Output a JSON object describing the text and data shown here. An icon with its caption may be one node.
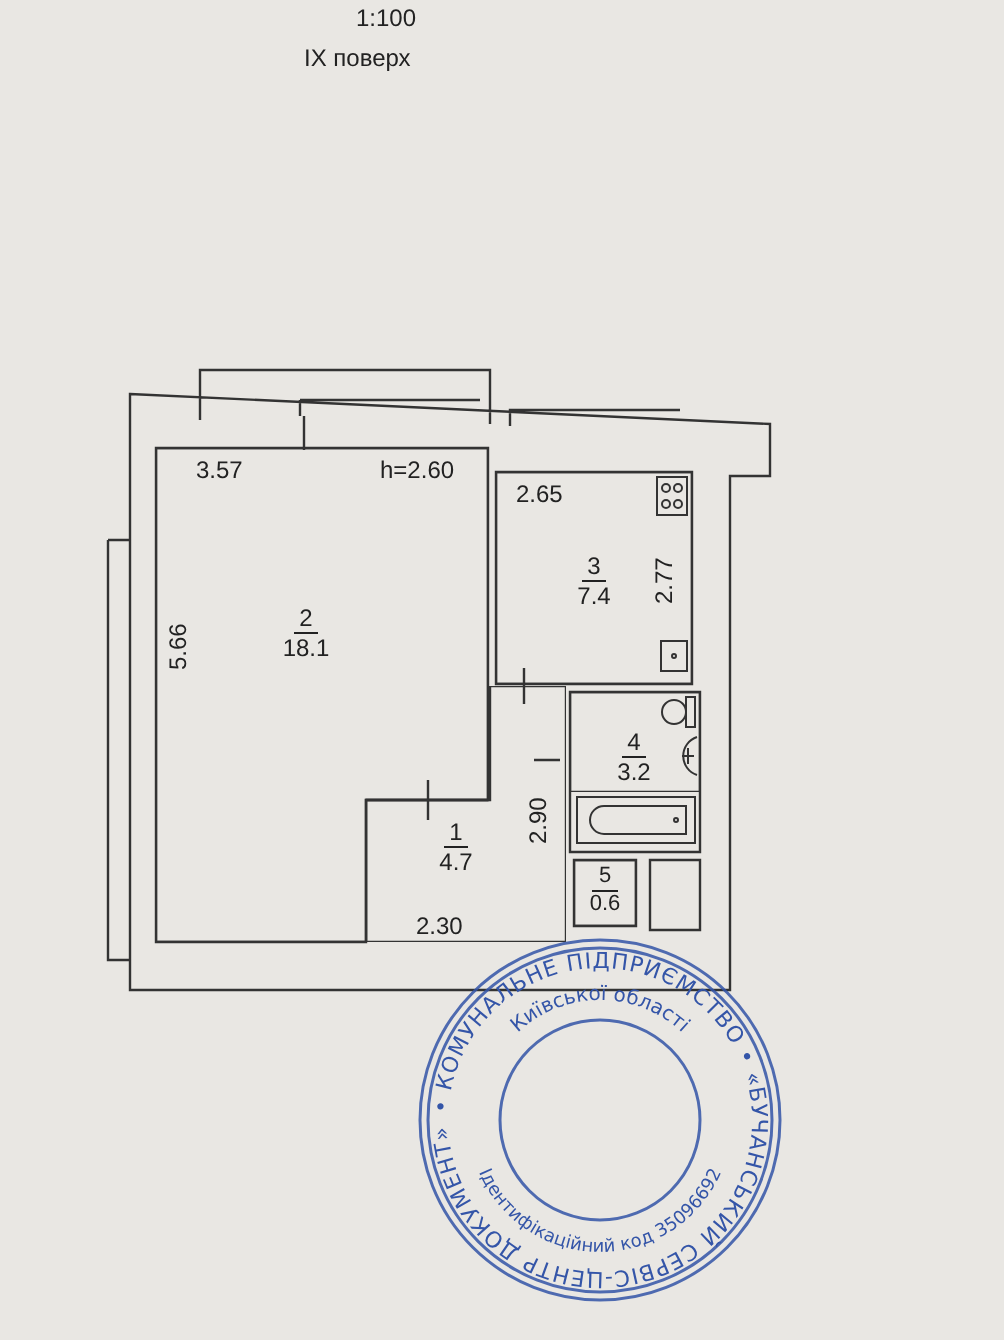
{
  "diagram": {
    "nodes": [
      {
        "text": [
          "2",
          "18.1"
        ]
      },
      {
        "text": [
          "3",
          "7.4"
        ]
      },
      {
        "text": [
          "4",
          "3.2"
        ]
      },
      {
        "text": [
          "1",
          "4.7"
        ]
      },
      {
        "text": [
          "5",
          "0.6"
        ]
      }
    ],
    "labels": [
      "1:100",
      "IX поверх",
      "3.57",
      "h=2.60",
      "2.65",
      "2.77",
      "5.66",
      "2.90",
      "2.30",
      "• КОМУНАЛЬНЕ ПІДПРИЄМСТВО • «БУЧАНСЬКИЙ СЕРВІС-ЦЕНТР ДОКУМЕНТ»",
      "Київської області",
      "Ідентифікаційний код 35096692"
    ]
  }
}
